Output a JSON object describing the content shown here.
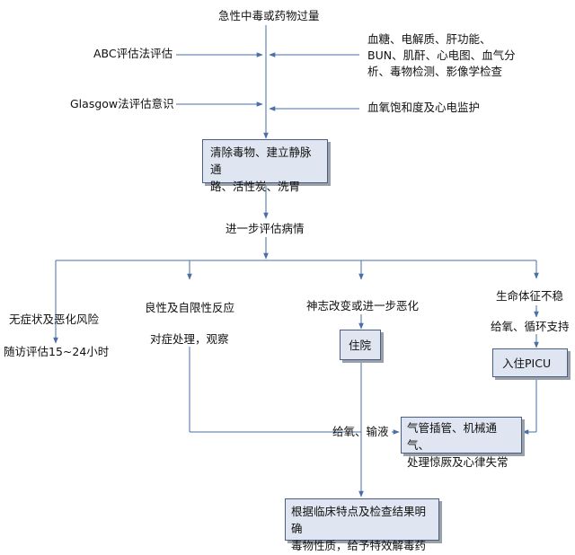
{
  "diagram": {
    "title": "急性中毒或药物过量",
    "abc": "ABC评估法评估",
    "labs": [
      "血糖、电解质、肝功能、",
      "BUN、肌酐、心电图、血气分",
      "析、毒物检测、影像学检查"
    ],
    "glasgow": "Glasgow法评估意识",
    "monitor": "血氧饱和度及心电监护",
    "clear": [
      "清除毒物、建立静脉通",
      "路、活性炭、洗胃"
    ],
    "further": "进一步评估病情",
    "b1": {
      "label": "无症状及恶化风险",
      "sub": "随访评估15~24小时"
    },
    "b2": {
      "label": "良性及自限性反应",
      "sub": "对症处理，观察"
    },
    "b3": {
      "label": "神志改变或进一步恶化",
      "box": "住院",
      "mid": "给氧、输液"
    },
    "b4": {
      "label": "生命体征不稳",
      "sub": "给氧、循环支持",
      "box": "入住PICU"
    },
    "airway": [
      "气管插管、机械通气、",
      "处理惊厥及心律失常"
    ],
    "final": [
      "根据临床特点及检查结果明确",
      "毒物性质，给予特效解毒药"
    ]
  },
  "colors": {
    "line": "#4a6fa5",
    "box_fill": "#dfe6f1",
    "box_border": "#4a5d82"
  }
}
